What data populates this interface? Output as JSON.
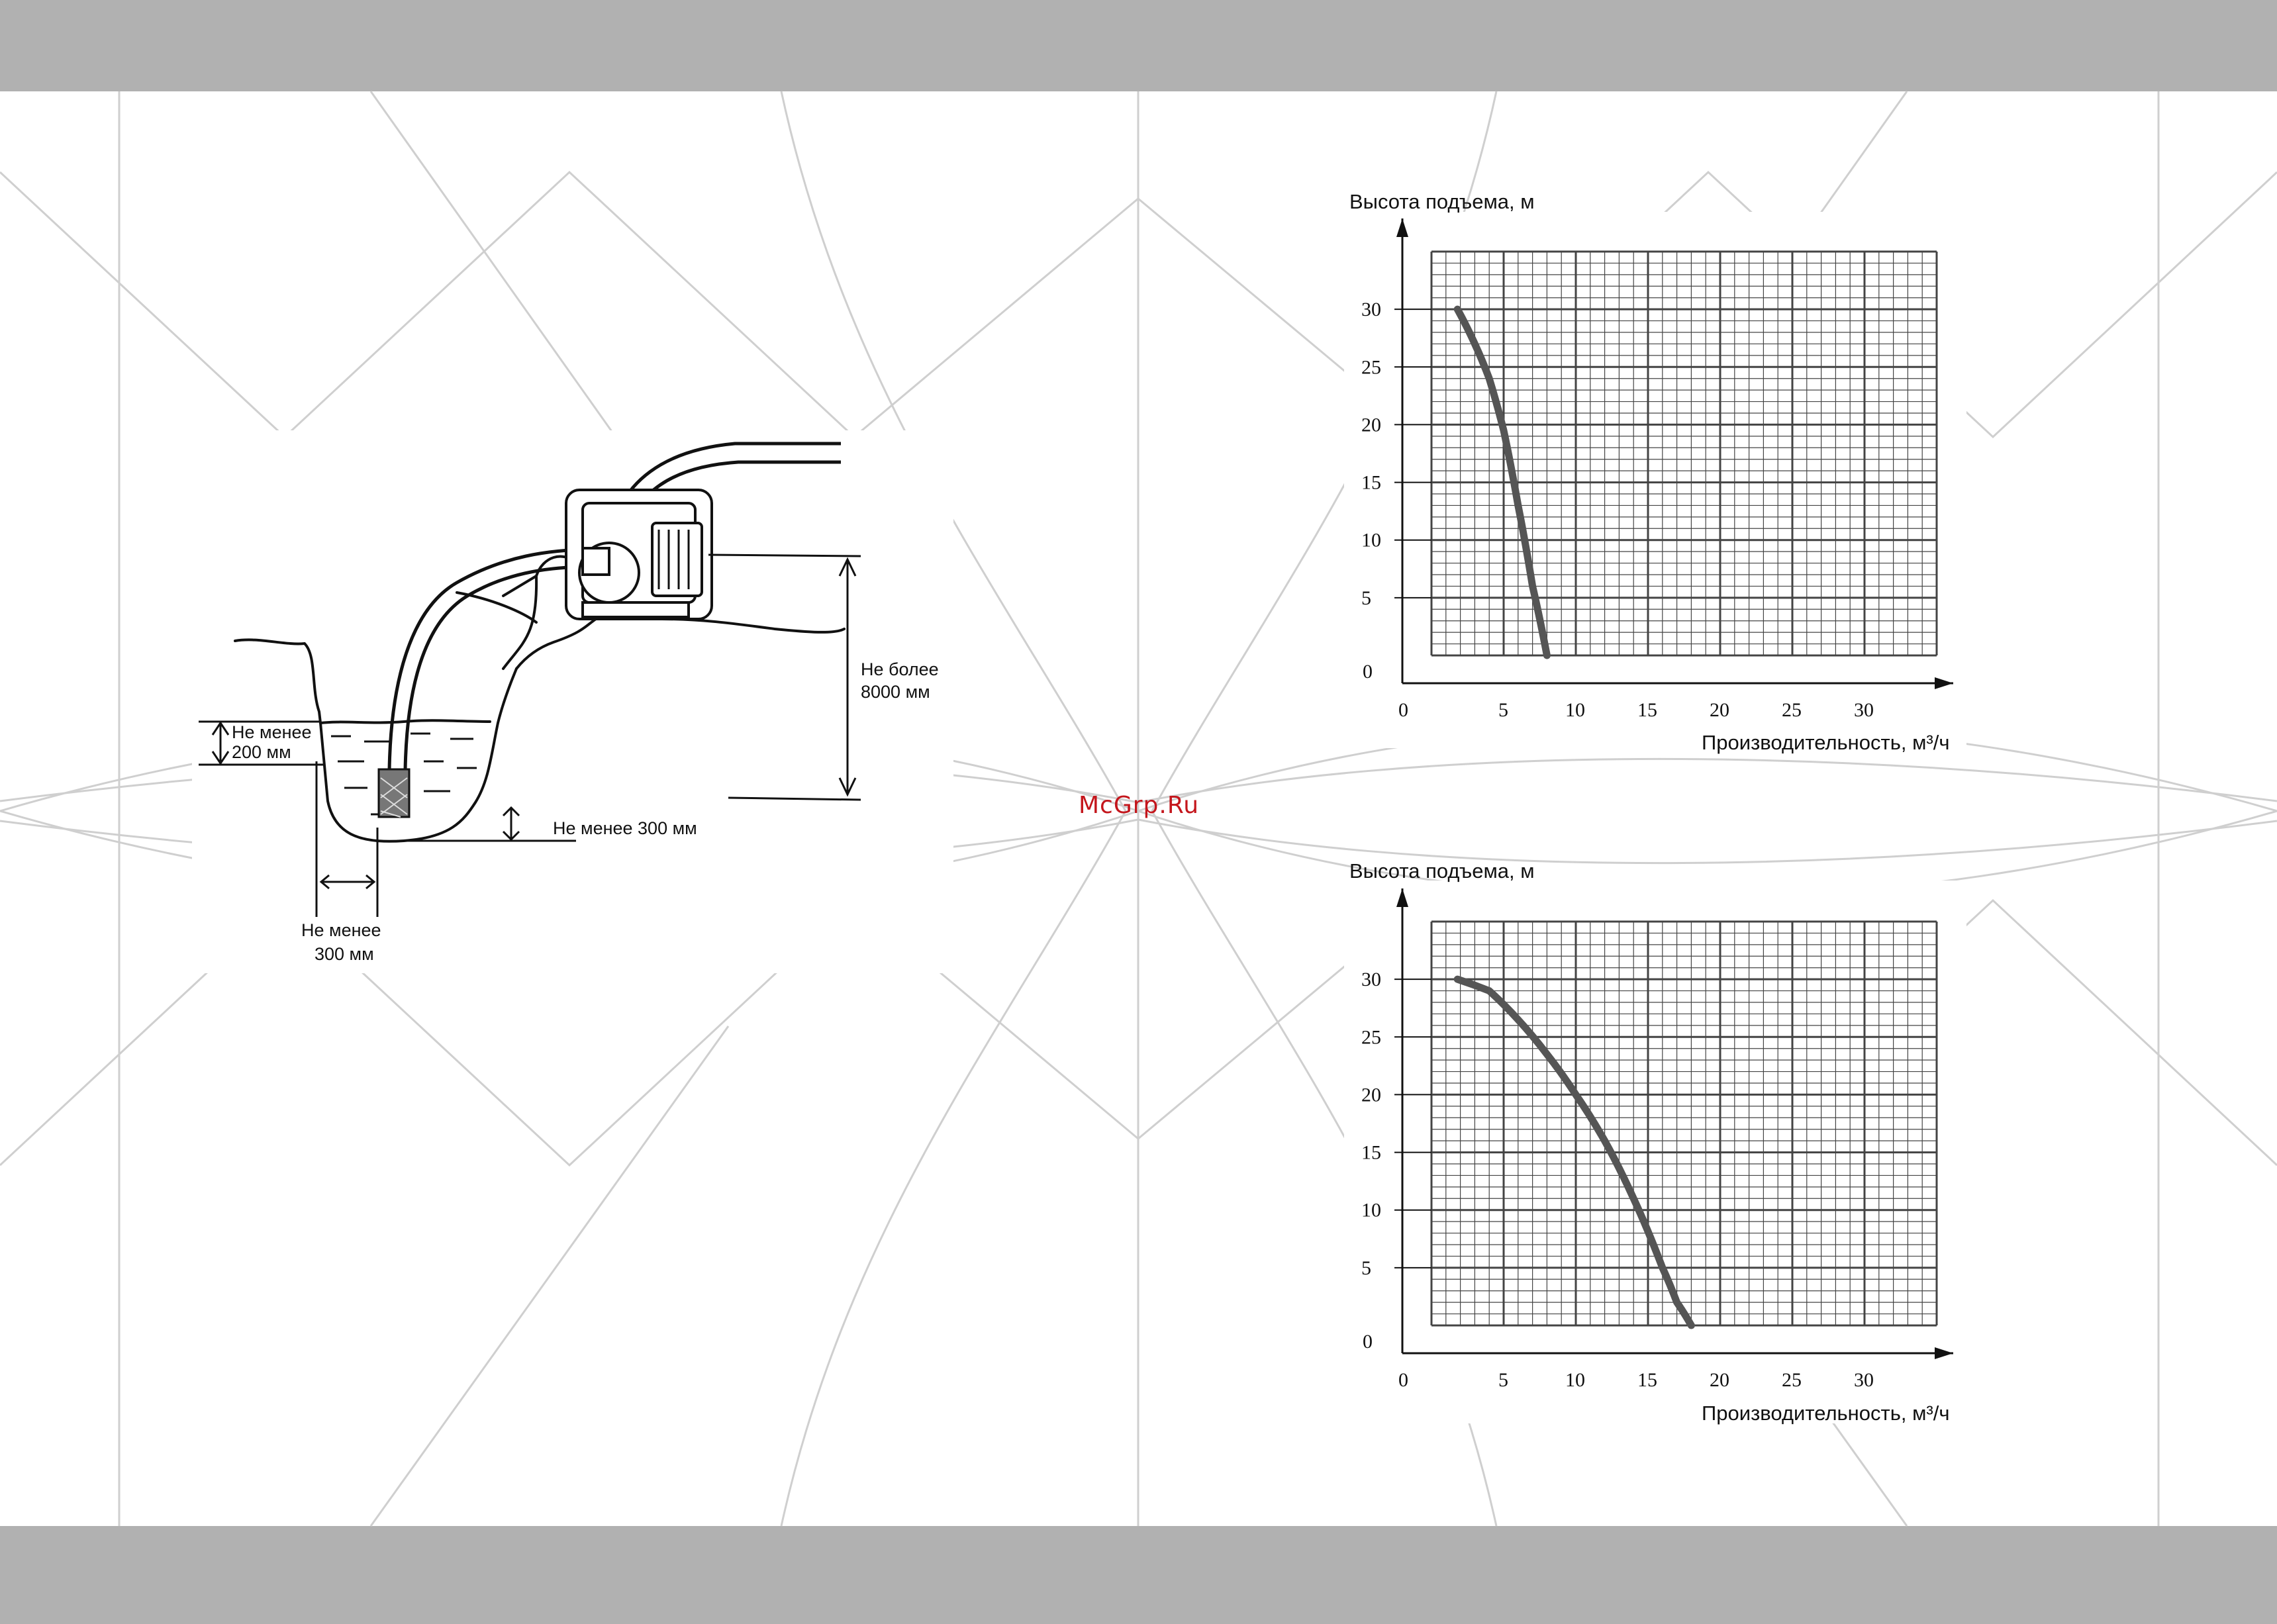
{
  "watermark": "McGrp.Ru",
  "colors": {
    "band": "#b1b1b1",
    "curve": "#555555",
    "watermark": "#c4161c"
  },
  "installation_diagram": {
    "label_water_depth": [
      "Не менее",
      "200 мм"
    ],
    "label_suction_height": [
      "Не более",
      "8000 мм"
    ],
    "label_bottom_gap": "Не менее 300 мм",
    "label_side_gap": [
      "Не менее",
      "300 мм"
    ]
  },
  "chart_data": [
    {
      "type": "line",
      "ylabel": "Высота подъема, м",
      "xlabel": "Производительность, м³/ч",
      "xticks": [
        0,
        5,
        10,
        15,
        20,
        25,
        30
      ],
      "yticks": [
        0,
        5,
        10,
        15,
        20,
        25,
        30
      ],
      "xlim": [
        0,
        35
      ],
      "ylim": [
        0,
        37
      ],
      "grid": true,
      "series": [
        {
          "x": [
            1.8,
            3,
            4,
            5,
            6,
            7,
            8
          ],
          "y": [
            30,
            27,
            24,
            19.5,
            13,
            6,
            0
          ]
        }
      ]
    },
    {
      "type": "line",
      "ylabel": "Высота подъема, м",
      "xlabel": "Производительность, м³/ч",
      "xticks": [
        0,
        5,
        10,
        15,
        20,
        25,
        30
      ],
      "yticks": [
        0,
        5,
        10,
        15,
        20,
        25,
        30
      ],
      "xlim": [
        0,
        35
      ],
      "ylim": [
        0,
        37
      ],
      "grid": true,
      "series": [
        {
          "x": [
            1.8,
            4,
            6,
            8,
            10,
            12,
            14,
            16,
            17,
            18
          ],
          "y": [
            30,
            29,
            26.5,
            23.5,
            20,
            16,
            11,
            5,
            2,
            0
          ]
        }
      ]
    }
  ]
}
